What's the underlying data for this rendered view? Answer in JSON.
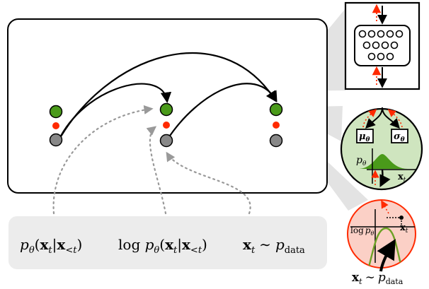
{
  "formula_bar": {
    "f1": {
      "p": "p",
      "theta": "θ",
      "open": "(",
      "x": "x",
      "t": "t",
      "bar": "|",
      "x2": "x",
      "sub2": "<t",
      "close": ")"
    },
    "f2": {
      "log": "log",
      "p": "p",
      "theta": "θ",
      "open": "(",
      "x": "x",
      "t": "t",
      "bar": "|",
      "x2": "x",
      "sub2": "<t",
      "close": ")"
    },
    "f3": {
      "x": "x",
      "t": "t",
      "tilde": "∼",
      "p": "p",
      "sub": "data"
    }
  },
  "gaussian_panel": {
    "mu": "μ",
    "mu_sub": "θ",
    "sigma": "σ",
    "sigma_sub": "θ",
    "p": "p",
    "p_sub": "θ",
    "x": "x",
    "x_sub": "t"
  },
  "logprob_panel": {
    "log": "log",
    "p": "p",
    "p_sub": "θ",
    "x": "x",
    "x_sub": "t"
  },
  "bottom_caption": {
    "x": "x",
    "t": "t",
    "tilde": "∼",
    "p": "p",
    "sub": "data"
  },
  "colors": {
    "green": "#4a9a1a",
    "red": "#ff2a00",
    "gray": "#888888",
    "panel_green": "#cfe5bf",
    "panel_red": "#fbd0c6",
    "formula_bg": "#ececec",
    "cone": "#e3e3e3"
  }
}
